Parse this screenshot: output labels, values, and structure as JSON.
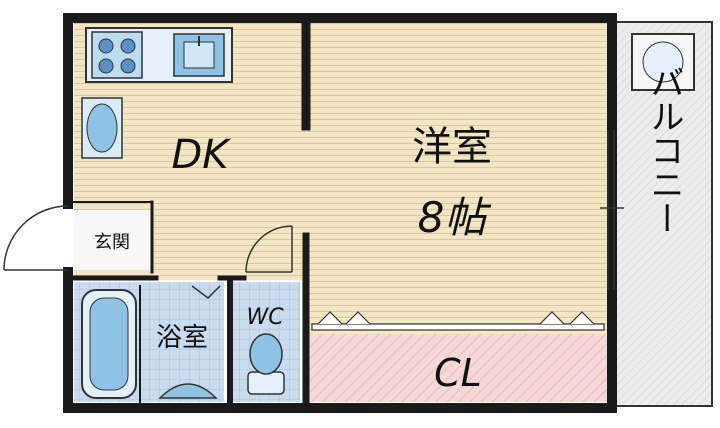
{
  "rooms": {
    "dk": "DK",
    "western_room": "洋室",
    "western_size": "8帖",
    "entrance": "玄関",
    "bath": "浴室",
    "toilet": "WC",
    "closet": "CL",
    "balcony": "バルコニー"
  },
  "colors": {
    "floor_wood": "#f3e6c4",
    "floor_line": "#d9c89e",
    "tile": "#c9dcef",
    "tile_line": "#9fbbd6",
    "closet": "#f6d8d8",
    "balcony": "#e8e8e8",
    "wall": "#1a1a1a",
    "fixture": "#8fc3e6"
  }
}
